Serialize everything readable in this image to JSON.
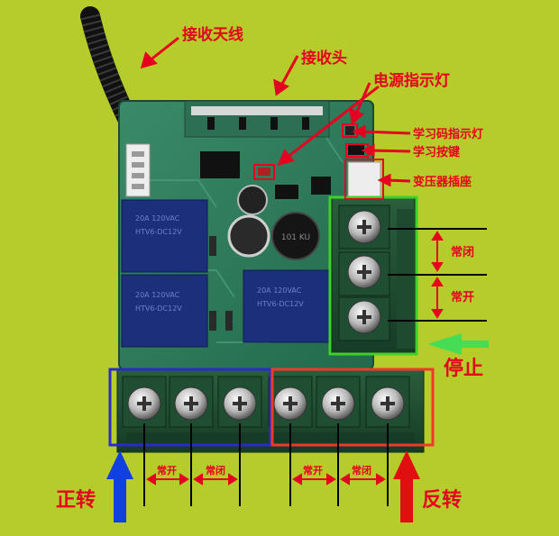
{
  "labels": {
    "antenna": "接收天线",
    "receiver": "接收头",
    "power_led": "电源指示灯",
    "learn_led": "学习码指示灯",
    "learn_button": "学习按键",
    "transformer_socket": "变压器插座",
    "normally_closed": "常闭",
    "normally_open": "常开",
    "stop": "停止",
    "forward": "正转",
    "reverse": "反转"
  },
  "colors": {
    "background": "#b5cc2a",
    "annotation": "#e5001f",
    "green_box": "#3fd12b",
    "blue_box": "#2a2cc9",
    "red_box": "#ee3a2a",
    "blue_arrow": "#1040e0",
    "red_arrow": "#e01010",
    "green_arrow": "#44dd55",
    "pcb": "#2a7a5a",
    "terminal": "#1d4a30",
    "relay": "#1b2f7a"
  },
  "icons": {
    "antenna": "coiled-antenna-icon",
    "screw": "screw-terminal-icon"
  }
}
